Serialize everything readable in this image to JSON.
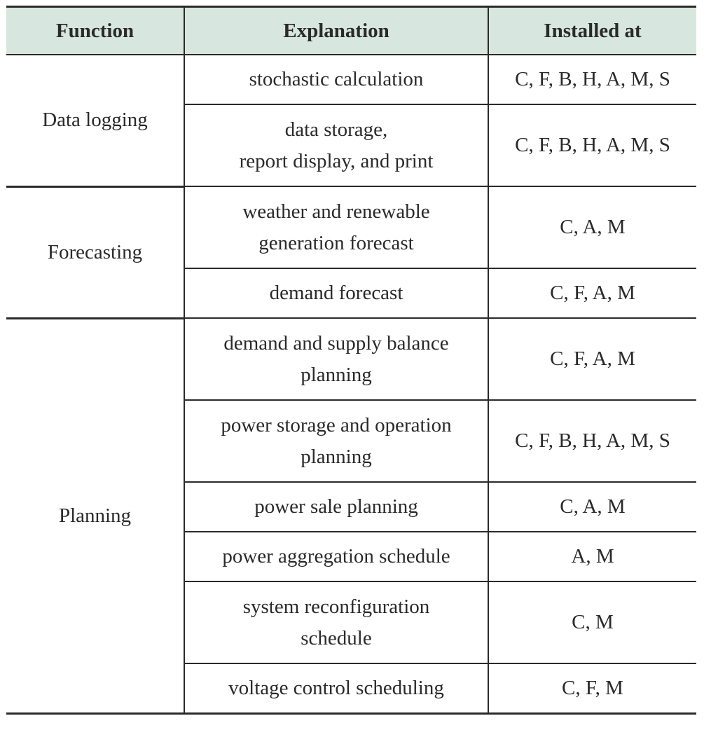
{
  "table": {
    "headers": [
      "Function",
      "Explanation",
      "Installed at"
    ],
    "groups": [
      {
        "function": "Data logging",
        "rows": [
          {
            "explanation": [
              "stochastic calculation"
            ],
            "installed": "C, F, B, H, A, M, S"
          },
          {
            "explanation": [
              "data storage,",
              "report display, and print"
            ],
            "installed": "C, F, B, H, A, M, S"
          }
        ]
      },
      {
        "function": "Forecasting",
        "rows": [
          {
            "explanation": [
              "weather and renewable",
              "generation forecast"
            ],
            "installed": "C, A, M"
          },
          {
            "explanation": [
              "demand forecast"
            ],
            "installed": "C, F, A, M"
          }
        ]
      },
      {
        "function": "Planning",
        "rows": [
          {
            "explanation": [
              "demand and supply balance",
              "planning"
            ],
            "installed": "C, F, A, M"
          },
          {
            "explanation": [
              "power storage and operation",
              "planning"
            ],
            "installed": "C, F, B, H, A, M, S"
          },
          {
            "explanation": [
              "power sale planning"
            ],
            "installed": "C, A, M"
          },
          {
            "explanation": [
              "power aggregation schedule"
            ],
            "installed": "A, M"
          },
          {
            "explanation": [
              "system reconfiguration",
              "schedule"
            ],
            "installed": "C, M"
          },
          {
            "explanation": [
              "voltage control scheduling"
            ],
            "installed": "C, F, M"
          }
        ]
      }
    ]
  }
}
